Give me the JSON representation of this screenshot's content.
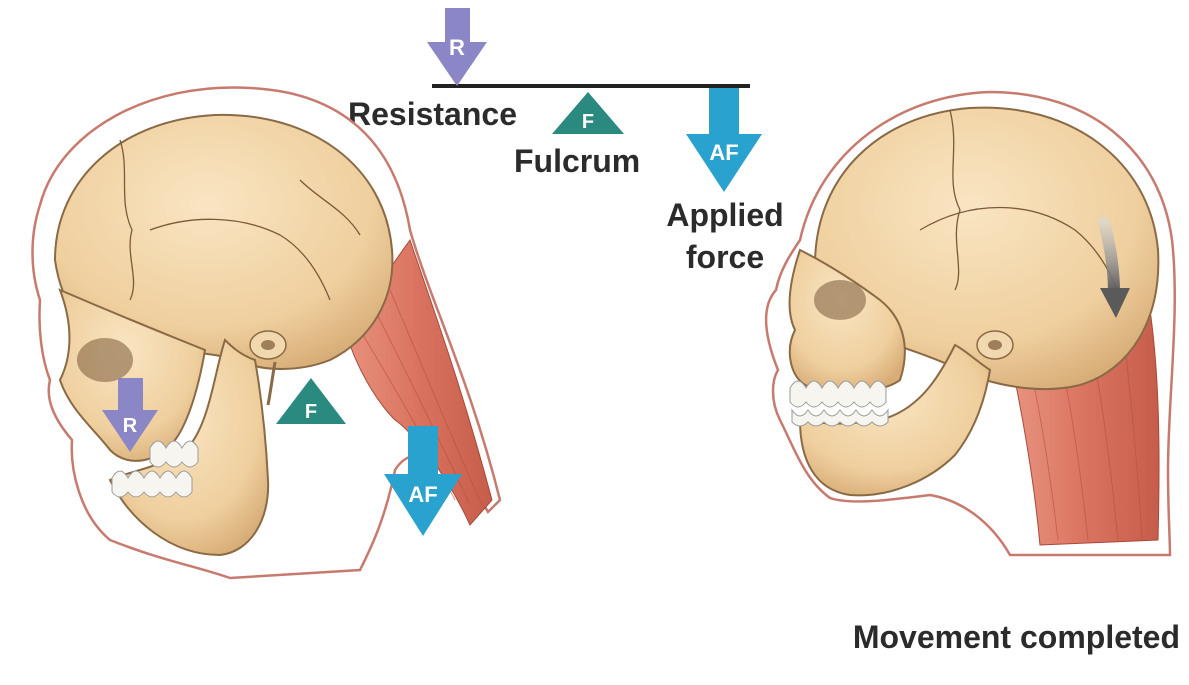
{
  "lever": {
    "resistance_label": "Resistance",
    "fulcrum_label": "Fulcrum",
    "applied_force_label_line1": "Applied",
    "applied_force_label_line2": "force"
  },
  "markers": {
    "resistance_short": "R",
    "fulcrum_short": "F",
    "applied_force_short": "AF"
  },
  "caption": "Movement completed",
  "colors": {
    "resistance": "#8b86c6",
    "fulcrum": "#2b8a80",
    "applied_force": "#29a2cf",
    "bone": "#efcf9e",
    "muscle": "#d9735f",
    "skin_outline": "#c77a6e",
    "movement_arrow": "#6b6b6b"
  }
}
